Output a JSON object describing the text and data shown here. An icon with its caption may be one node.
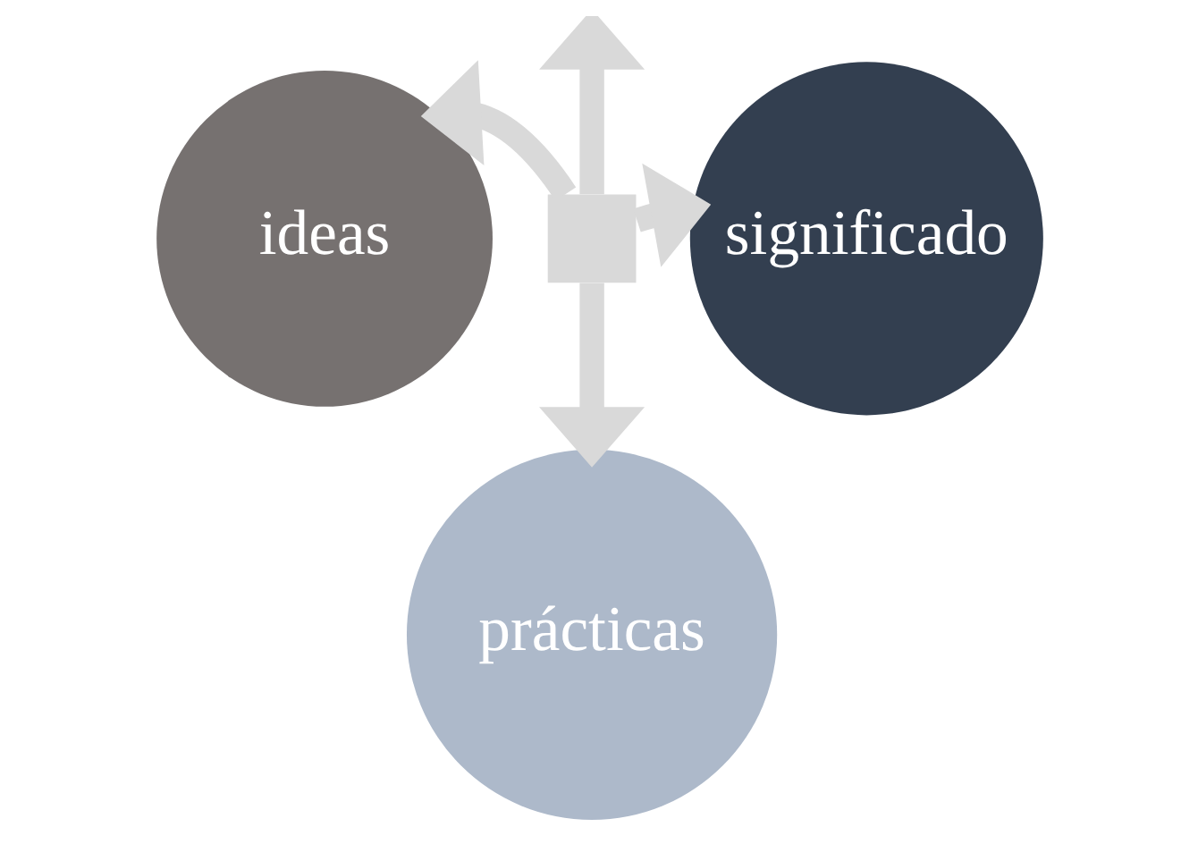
{
  "diagram": {
    "nodes": [
      {
        "text": [
          "ideas"
        ]
      },
      {
        "text": [
          "significado"
        ]
      },
      {
        "text": [
          "prácticas"
        ]
      },
      {
        "text": [],
        "shape": "box"
      }
    ],
    "edges": [
      {
        "from": 3,
        "to": 0,
        "arrow": "to"
      },
      {
        "from": 3,
        "to": 1,
        "arrow": "to"
      },
      {
        "from": 3,
        "to": 2,
        "arrow": "to"
      },
      {
        "from": 3,
        "to": null,
        "arrow": "to"
      }
    ]
  }
}
